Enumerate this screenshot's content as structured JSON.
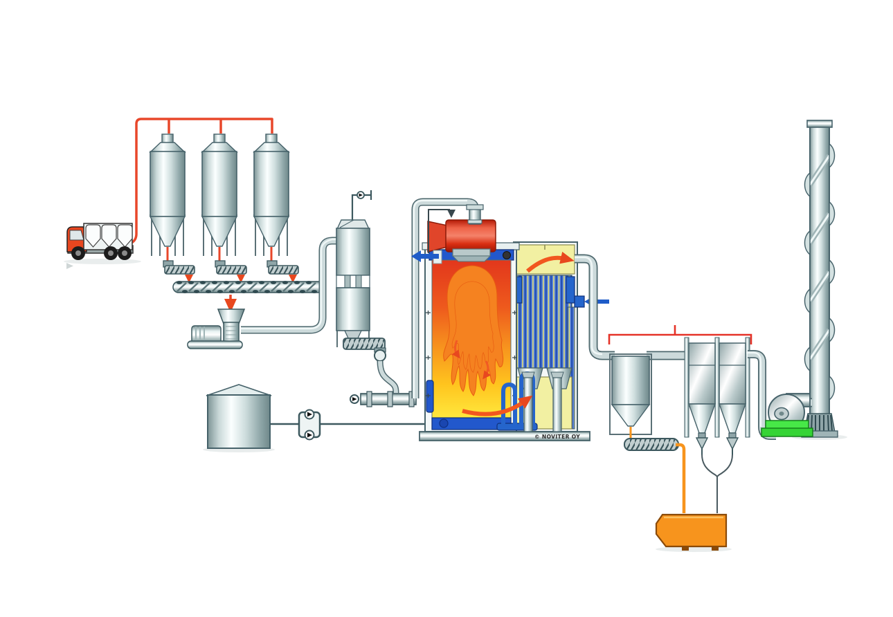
{
  "diagram": {
    "copyright_label": "© NOVITER OY",
    "colors": {
      "accent_red_pipe": "#E8472A",
      "burner_red": "#D92F12",
      "flame_orange": "#F58220",
      "flame_yellow": "#FFD43B",
      "furnace_gradient_top": "#E2371C",
      "furnace_gradient_bottom": "#FFE93E",
      "water_blue": "#2258CC",
      "arrow_blue": "#1F5CC8",
      "economizer_yellow": "#F2F0A2",
      "ash_orange": "#F7941D",
      "group_bracket_red": "#E53228",
      "fan_base_green": "#3FE04A",
      "metal_light": "#F8FCFC",
      "metal_mid": "#B9C9CA",
      "outline_dark": "#3C585E"
    },
    "components": [
      "fuel-delivery-truck",
      "pneumatic-fill-pipe",
      "storage-silo-1",
      "storage-silo-2",
      "storage-silo-3",
      "silo-discharge-screws",
      "main-screw-conveyor",
      "feed-hopper-with-blower",
      "day-silo",
      "rotary-valve",
      "fuel-injection-pipe",
      "oil-tank",
      "oil-pump-unit",
      "burner",
      "boiler-furnace",
      "convection-pass",
      "economizer",
      "flue-gas-cyclone",
      "bag-filter",
      "ash-screw-conveyor",
      "ash-container",
      "flue-gas-fan",
      "chimney"
    ]
  }
}
